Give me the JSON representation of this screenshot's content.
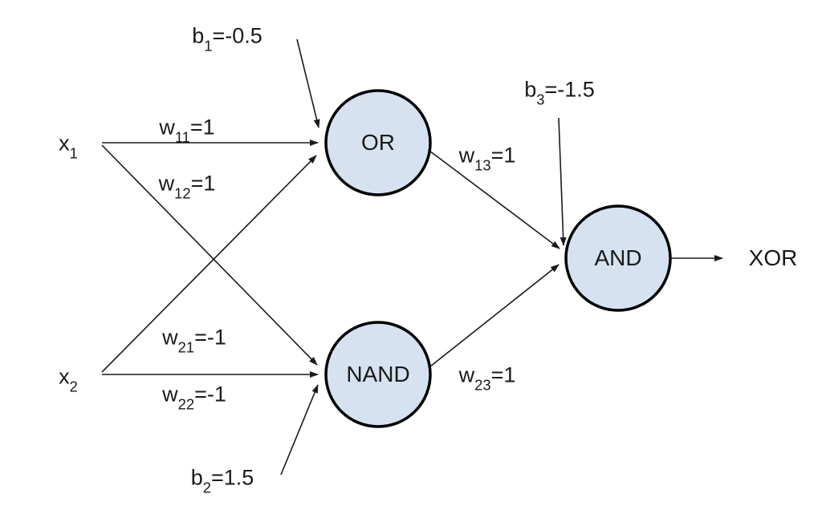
{
  "diagram": {
    "description": "XOR neural network built from OR, NAND and AND units",
    "colors": {
      "node_fill": "#d6e2f0",
      "node_stroke": "#000000",
      "line_color": "#1a1a1a",
      "background": "#ffffff"
    },
    "inputs": {
      "x1": {
        "base": "x",
        "sub": "1"
      },
      "x2": {
        "base": "x",
        "sub": "2"
      }
    },
    "nodes": {
      "or": {
        "label": "OR"
      },
      "nand": {
        "label": "NAND"
      },
      "and": {
        "label": "AND"
      }
    },
    "output": {
      "label": "XOR"
    },
    "weights": {
      "w11": {
        "base": "w",
        "sub": "11",
        "val": "=1"
      },
      "w12": {
        "base": "w",
        "sub": "12",
        "val": "=1"
      },
      "w21": {
        "base": "w",
        "sub": "21",
        "val": "=-1"
      },
      "w22": {
        "base": "w",
        "sub": "22",
        "val": "=-1"
      },
      "w13": {
        "base": "w",
        "sub": "13",
        "val": "=1"
      },
      "w23": {
        "base": "w",
        "sub": "23",
        "val": "=1"
      }
    },
    "biases": {
      "b1": {
        "base": "b",
        "sub": "1",
        "val": "=-0.5"
      },
      "b2": {
        "base": "b",
        "sub": "2",
        "val": "=1.5"
      },
      "b3": {
        "base": "b",
        "sub": "3",
        "val": "=-1.5"
      }
    }
  }
}
